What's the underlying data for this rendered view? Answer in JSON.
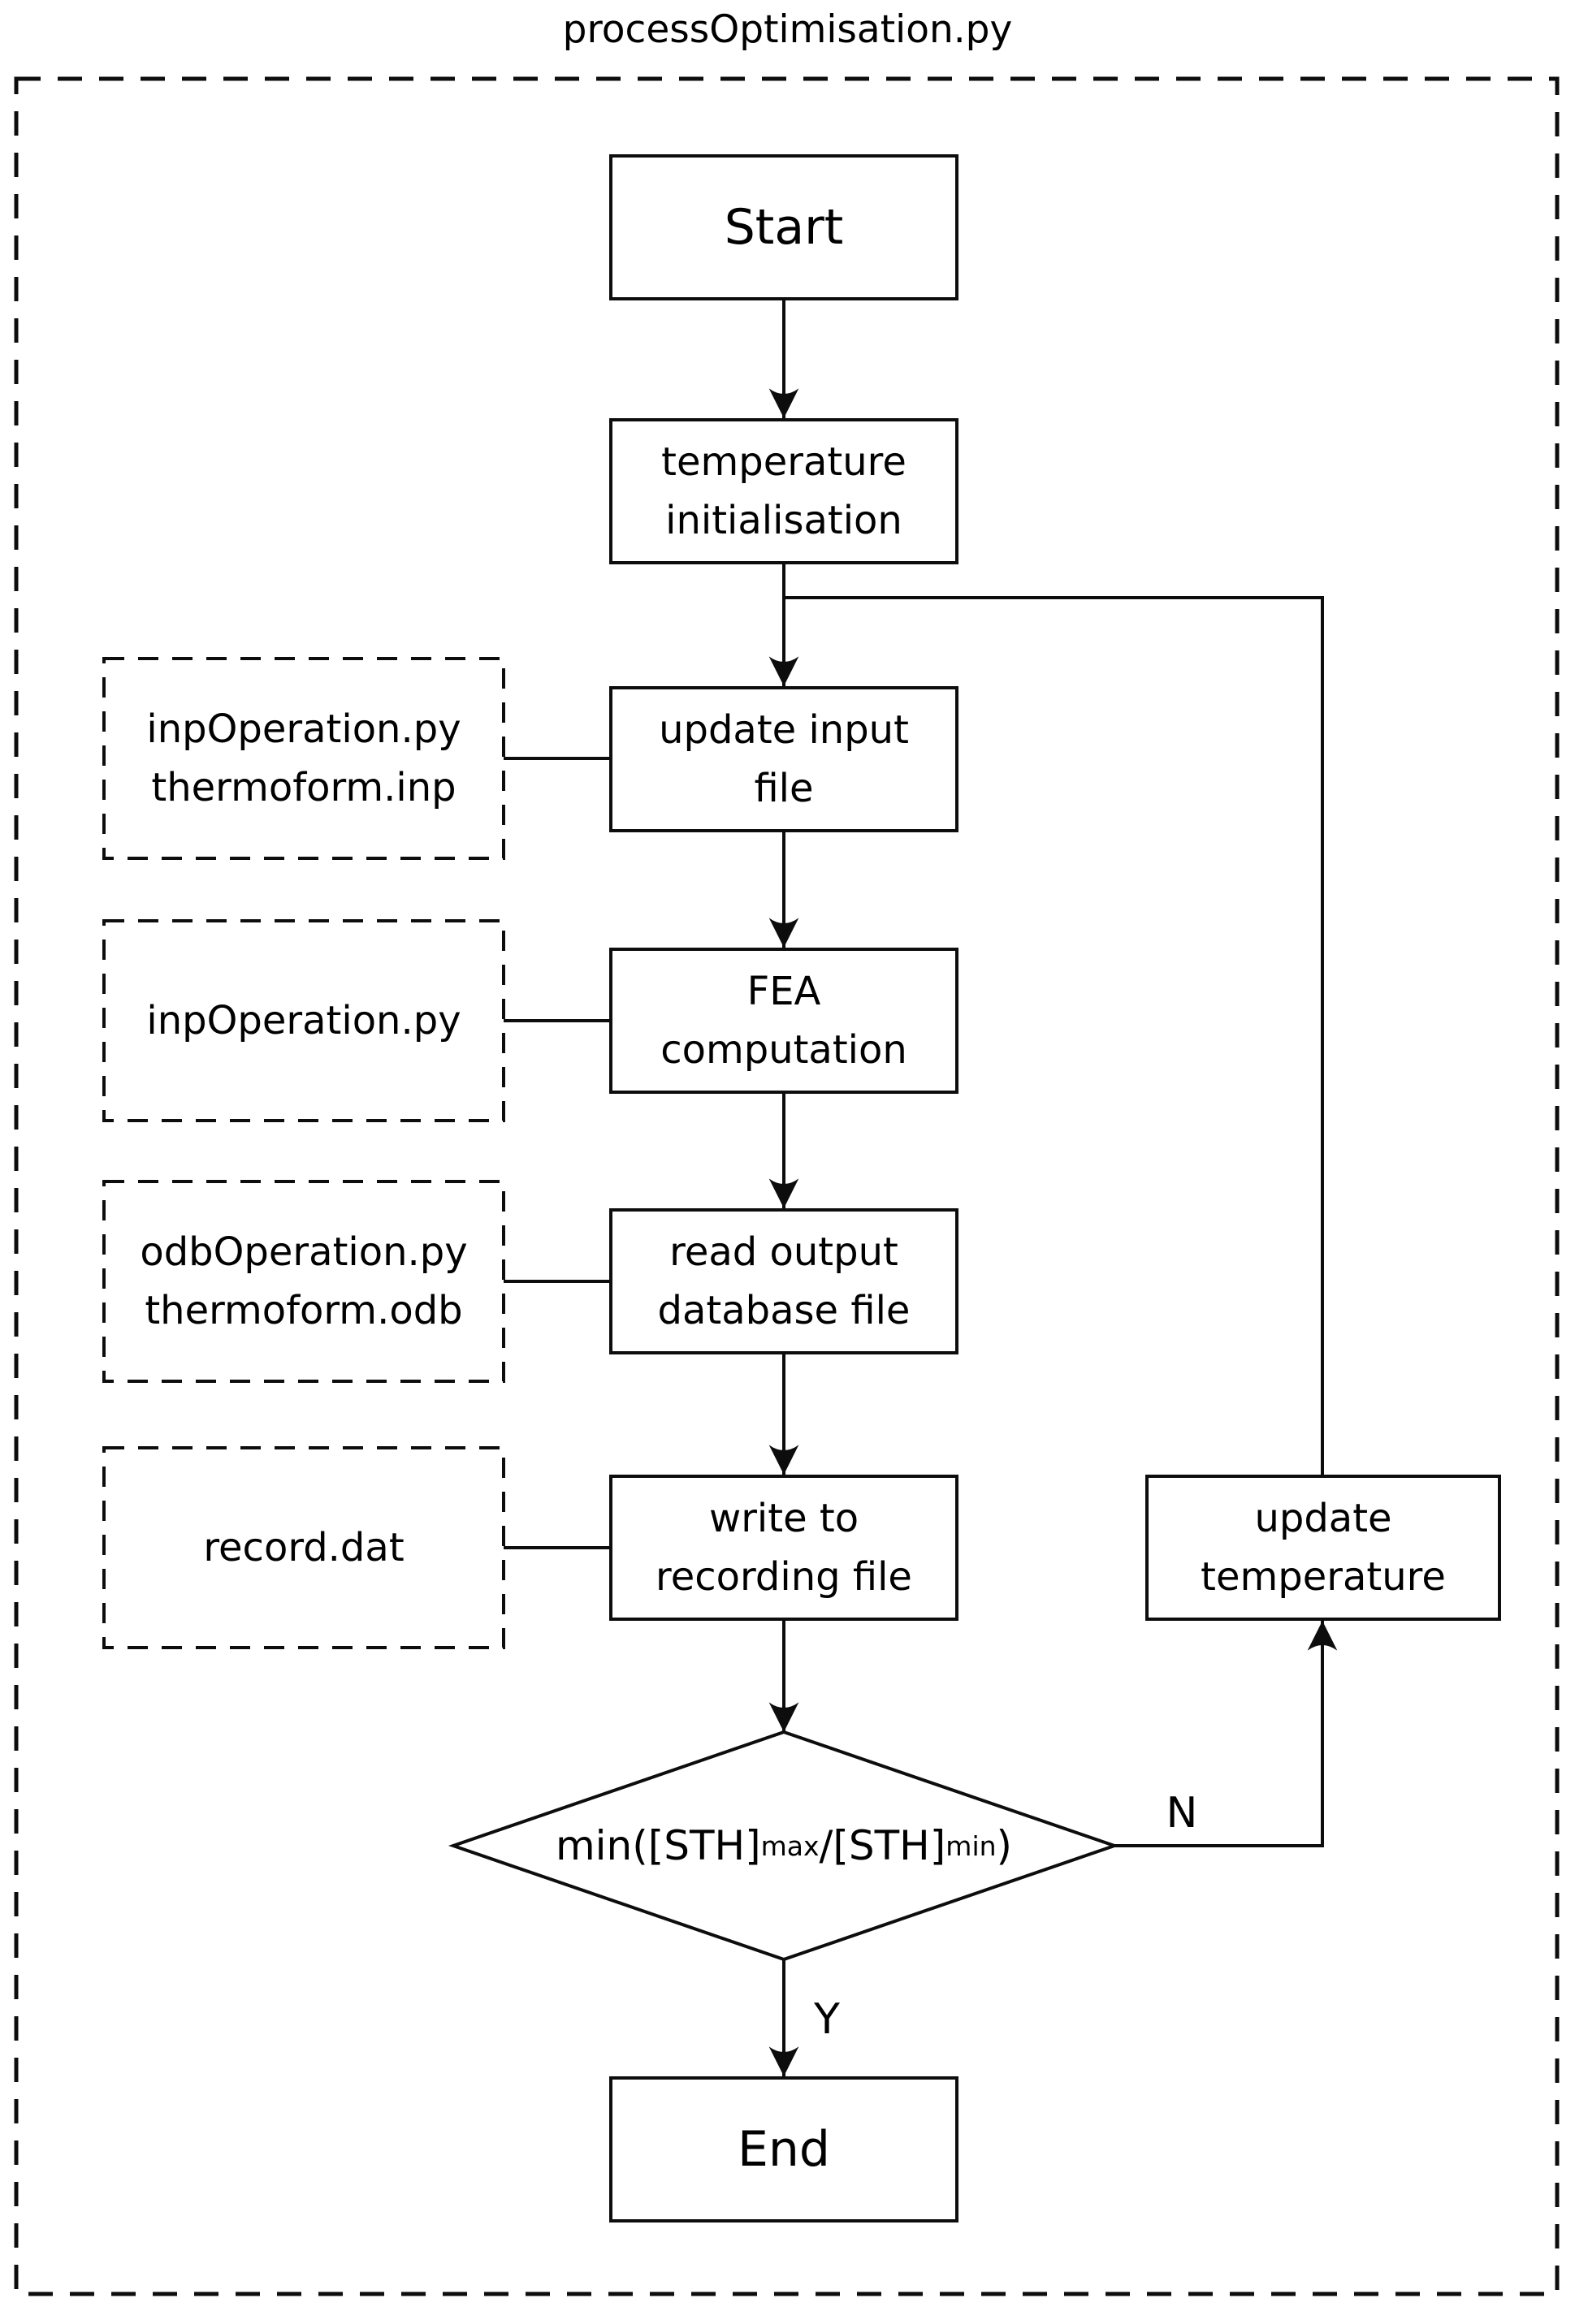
{
  "title": "processOptimisation.py",
  "nodes": {
    "start": {
      "label": "Start"
    },
    "temperature_initialisation": {
      "lines": [
        "temperature",
        "initialisation"
      ]
    },
    "update_input_file": {
      "lines": [
        "update input",
        "file"
      ]
    },
    "fea_computation": {
      "lines": [
        "FEA",
        "computation"
      ]
    },
    "read_output_database_file": {
      "lines": [
        "read output",
        "database file"
      ]
    },
    "write_to_recording_file": {
      "lines": [
        "write to",
        "recording file"
      ]
    },
    "update_temperature": {
      "lines": [
        "update",
        "temperature"
      ]
    },
    "end": {
      "label": "End"
    }
  },
  "decision": {
    "expression_prefix": "min([STH]",
    "expression_sub1": "max",
    "expression_mid": "/[STH]",
    "expression_sub2": "min",
    "expression_suffix": ")",
    "no_label": "N",
    "yes_label": "Y"
  },
  "files": {
    "inp_update": {
      "lines": [
        "inpOperation.py",
        "thermoform.inp"
      ]
    },
    "inp_fea": {
      "lines": [
        "inpOperation.py"
      ]
    },
    "odb_read": {
      "lines": [
        "odbOperation.py",
        "thermoform.odb"
      ]
    },
    "record": {
      "lines": [
        "record.dat"
      ]
    }
  },
  "colors": {
    "line": "#0d0d0d",
    "background": "#ffffff",
    "text": "#000000"
  }
}
